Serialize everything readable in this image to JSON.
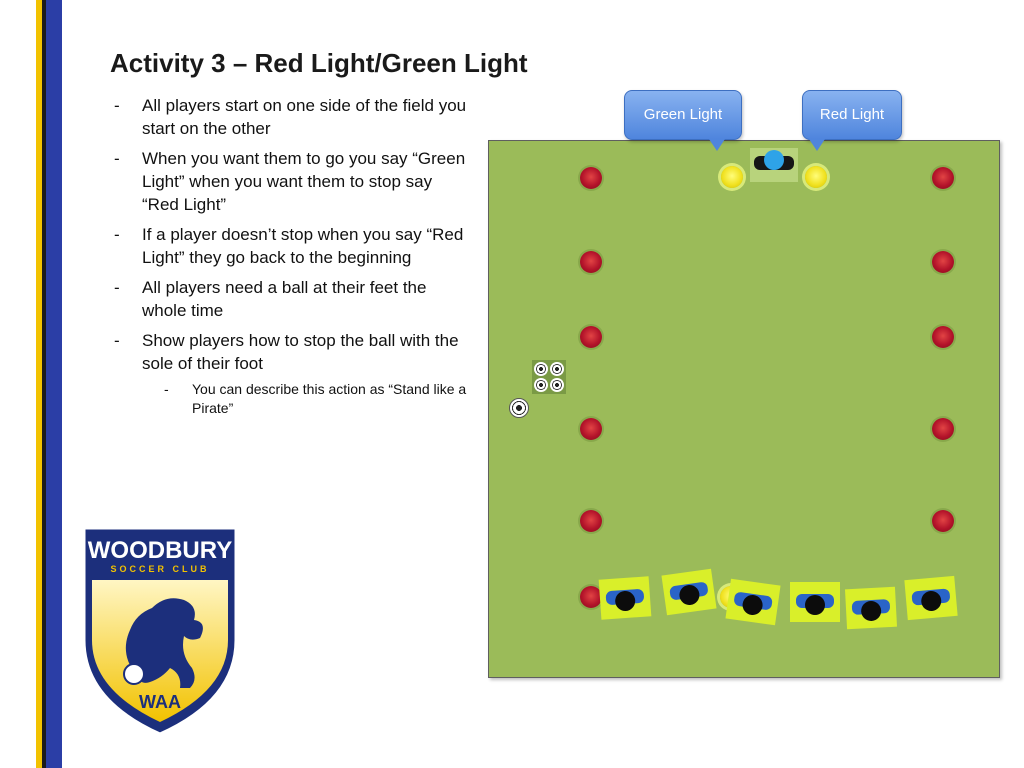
{
  "slide": {
    "title": "Activity 3 – Red Light/Green Light",
    "bullets": [
      "All players start on one side of the field you start on the other",
      "When you want them to go you say “Green Light” when you want them to stop say “Red Light”",
      "If a player doesn’t stop when you say “Red Light” they go back to the beginning",
      "All players need a ball at their feet the whole time",
      "Show players how to stop the ball with the sole of their foot"
    ],
    "sub_bullet": "You can describe this action as “Stand like a Pirate”"
  },
  "diagram": {
    "callouts": {
      "green": "Green Light",
      "red": "Red Light"
    },
    "field_color": "#9bbb59",
    "cone_red": "#b3132a",
    "cone_yellow": "#f1e222"
  },
  "logo": {
    "name": "WOODBURY",
    "sub": "SOCCER CLUB",
    "bottom": "WAA",
    "colors": {
      "navy": "#1c2f7c",
      "gold": "#f2c200"
    }
  }
}
